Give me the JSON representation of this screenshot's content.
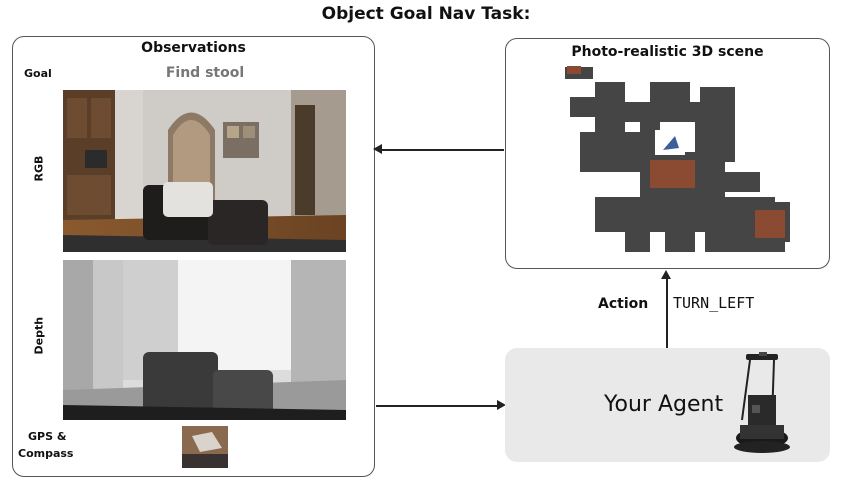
{
  "title": "Object Goal Nav Task:",
  "observations": {
    "title": "Observations",
    "goal_label": "Goal",
    "goal_value": "Find stool",
    "rgb_label": "RGB",
    "depth_label": "Depth",
    "gps_label_line1": "GPS &",
    "gps_label_line2": "Compass"
  },
  "scene": {
    "title": "Photo-realistic 3D scene"
  },
  "action": {
    "label": "Action",
    "value": "TURN_LEFT"
  },
  "agent": {
    "label": "Your Agent"
  },
  "colors": {
    "floor_map": "#454545",
    "object_highlight": "#8b4a32",
    "agent_panel_bg": "#e9e9e9"
  }
}
